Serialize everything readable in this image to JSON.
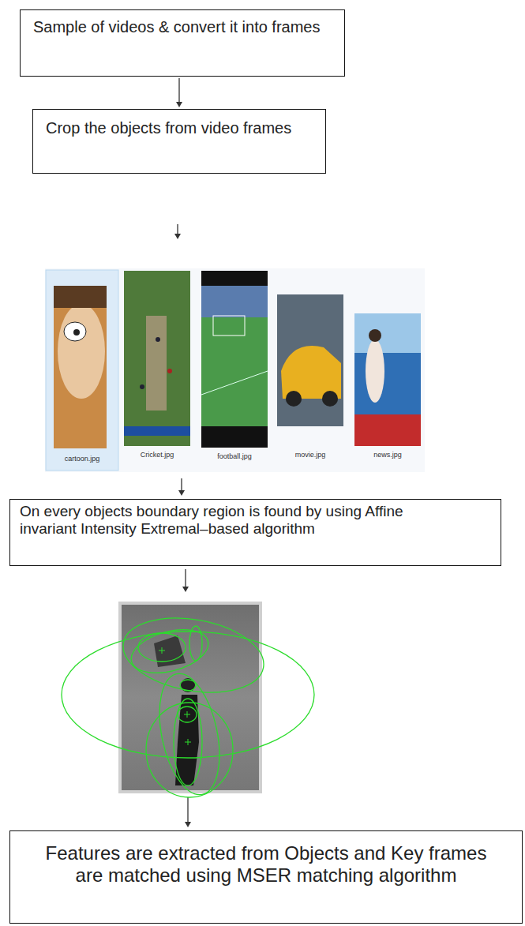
{
  "diagram": {
    "nodes": [
      {
        "text": [
          "Sample of videos & convert it into frames"
        ]
      },
      {
        "text": [
          "Crop the objects from video frames"
        ]
      },
      {
        "text": [
          "On every objects boundary region is found by using Affine invariant Intensity Extremal–based algorithm"
        ]
      },
      {
        "text": [
          "Features are extracted from Objects and Key frames are matched using MSER matching algorithm"
        ]
      }
    ],
    "edges": [
      {
        "from": 0,
        "to": 1,
        "arrow": "to"
      }
    ],
    "labels": [
      "cartoon.jpg",
      "Cricket.jpg",
      "football.jpg",
      "movie.jpg",
      "news.jpg"
    ]
  }
}
